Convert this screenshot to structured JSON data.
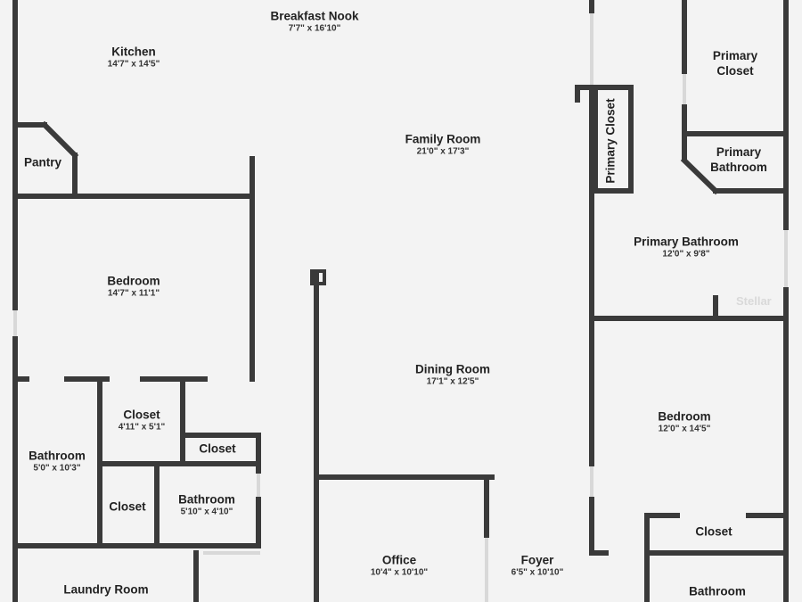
{
  "floorplan": {
    "wall_color": "#3a3a3a",
    "window_color": "#d8d8d8",
    "background_color": "#f3f3f3",
    "watermark": "Stellar",
    "rooms": [
      {
        "id": "breakfast-nook",
        "name": "Breakfast Nook",
        "dims": "7'7\" x 16'10\""
      },
      {
        "id": "kitchen",
        "name": "Kitchen",
        "dims": "14'7\" x 14'5\""
      },
      {
        "id": "family-room",
        "name": "Family Room",
        "dims": "21'0\" x 17'3\""
      },
      {
        "id": "pantry",
        "name": "Pantry",
        "dims": ""
      },
      {
        "id": "primary-closet-top",
        "name": "Primary Closet",
        "dims": ""
      },
      {
        "id": "primary-closet-vertical",
        "name": "Primary Closet",
        "dims": ""
      },
      {
        "id": "primary-bathroom-small",
        "name": "Primary Bathroom",
        "dims": ""
      },
      {
        "id": "primary-bathroom",
        "name": "Primary Bathroom",
        "dims": "12'0\" x 9'8\""
      },
      {
        "id": "bedroom-left",
        "name": "Bedroom",
        "dims": "14'7\" x 11'1\""
      },
      {
        "id": "dining-room",
        "name": "Dining Room",
        "dims": "17'1\" x 12'5\""
      },
      {
        "id": "bedroom-right",
        "name": "Bedroom",
        "dims": "12'0\" x 14'5\""
      },
      {
        "id": "closet-a",
        "name": "Closet",
        "dims": "4'11\" x 5'1\""
      },
      {
        "id": "closet-b",
        "name": "Closet",
        "dims": ""
      },
      {
        "id": "bathroom-left",
        "name": "Bathroom",
        "dims": "5'0\" x 10'3\""
      },
      {
        "id": "closet-c",
        "name": "Closet",
        "dims": ""
      },
      {
        "id": "bathroom-mid",
        "name": "Bathroom",
        "dims": "5'10\" x 4'10\""
      },
      {
        "id": "closet-right",
        "name": "Closet",
        "dims": ""
      },
      {
        "id": "office",
        "name": "Office",
        "dims": "10'4\" x 10'10\""
      },
      {
        "id": "foyer",
        "name": "Foyer",
        "dims": "6'5\" x 10'10\""
      },
      {
        "id": "laundry-room",
        "name": "Laundry Room",
        "dims": ""
      },
      {
        "id": "bathroom-right",
        "name": "Bathroom",
        "dims": ""
      }
    ]
  }
}
